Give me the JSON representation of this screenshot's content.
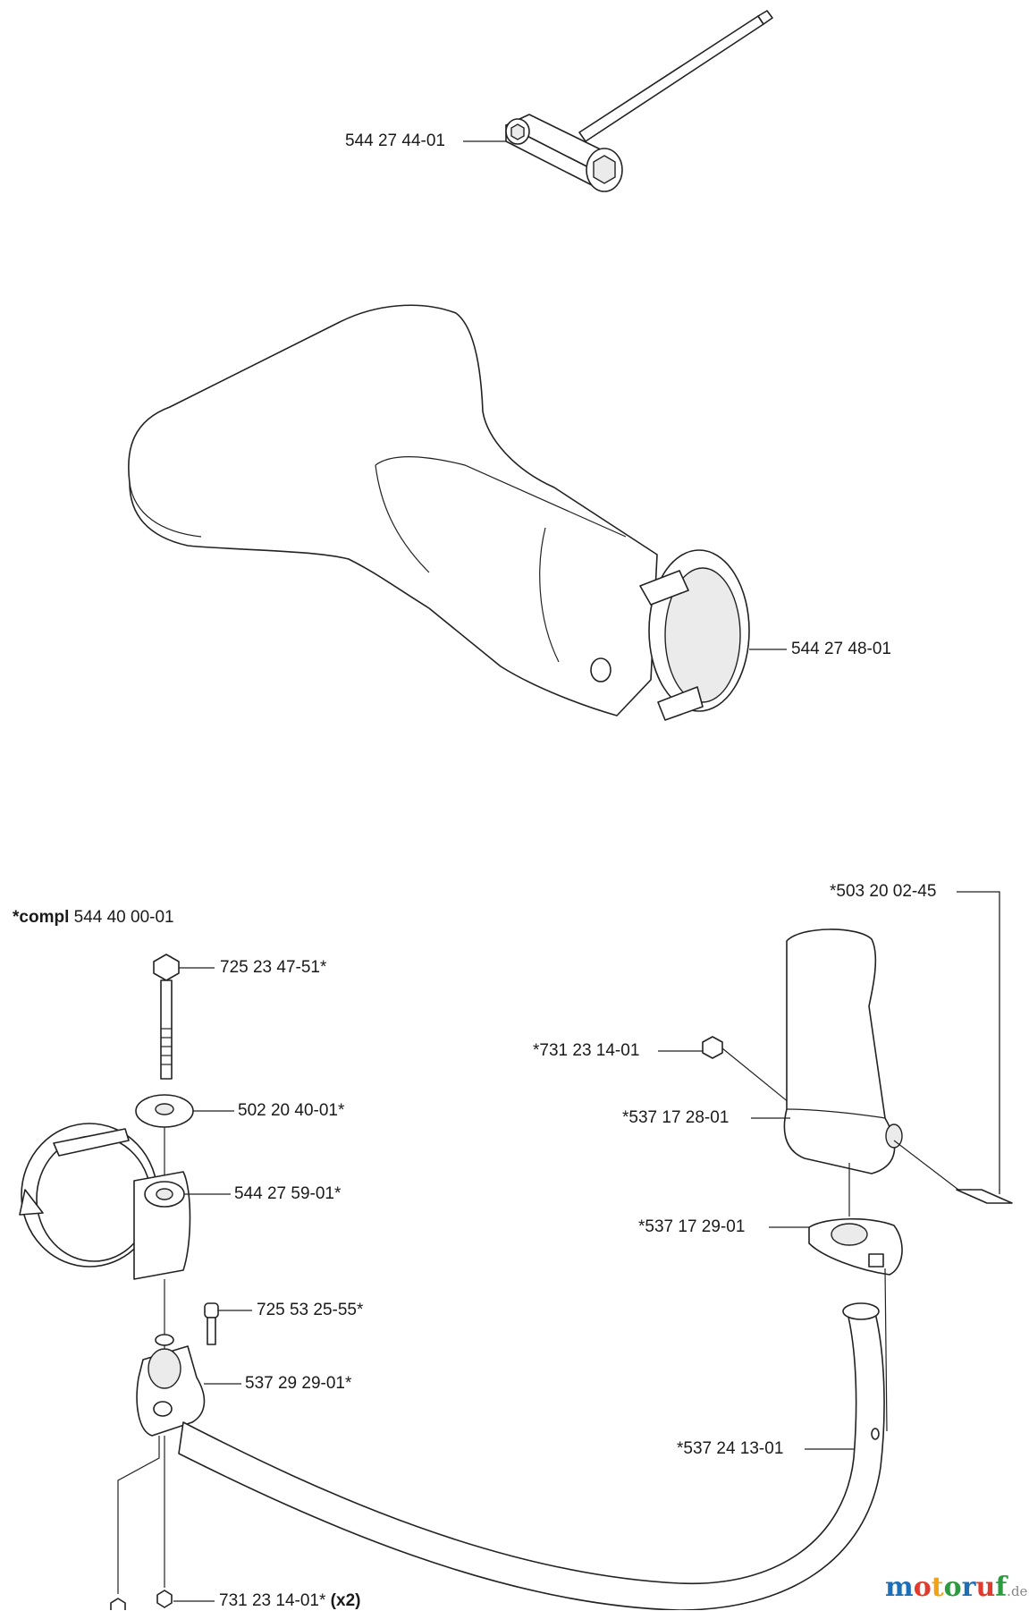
{
  "parts": {
    "tool_wrench": "544 27 44-01",
    "nozzle": "544 27 48-01",
    "kit_prefix": "*compl",
    "kit_number": "544 40 00-01",
    "bolt_long": "725 23 47-51*",
    "lock_washer": "502 20 40-01*",
    "clamp": "544 27 59-01*",
    "screw_small": "725 53 25-55*",
    "bracket": "537 29 29-01*",
    "nut_pair": "731 23 14-01*",
    "nut_pair_qty": "(x2)",
    "screw_handle": "*503 20 02-45",
    "nut_handle": "*731 23 14-01",
    "handle_upper": "*537 17 28-01",
    "handle_lower": "*537 17 29-01",
    "loop_handle": "*537 24 13-01"
  },
  "watermark": {
    "text": "motoruf",
    "suffix": ".de",
    "colors": [
      "#1d6fb8",
      "#e23a2c",
      "#f2a313",
      "#2c9a3f",
      "#1d6fb8",
      "#e23a2c",
      "#2c9a3f"
    ]
  }
}
